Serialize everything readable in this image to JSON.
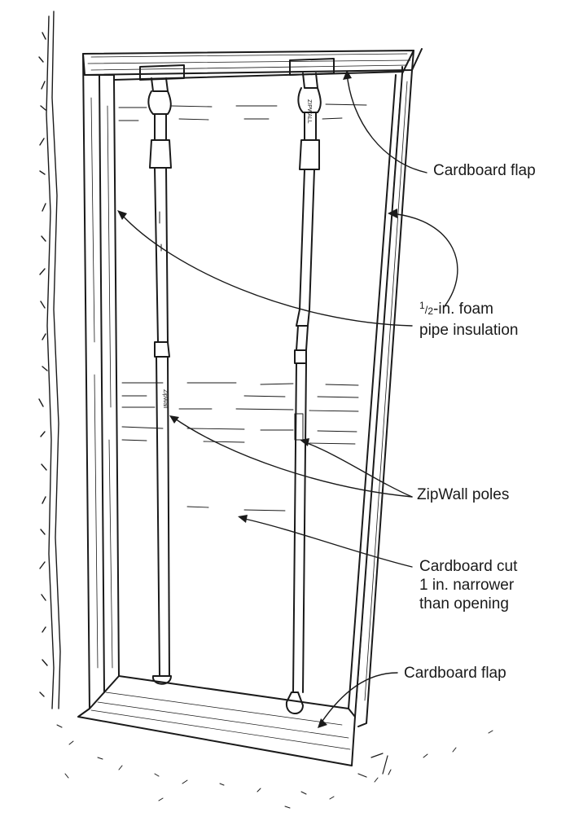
{
  "labels": {
    "cardboard_flap_top": "Cardboard flap",
    "foam_fraction_num": "1",
    "foam_fraction_den": "2",
    "foam_line1_rest": "-in. foam",
    "foam_line2": "pipe insulation",
    "zipwall_poles": "ZipWall poles",
    "cut_line1": "Cardboard cut",
    "cut_line2": "1 in. narrower",
    "cut_line3": "than opening",
    "cardboard_flap_bottom": "Cardboard flap"
  },
  "pole_brand_marks": {
    "right_pole": "ZIPWALL",
    "left_pole": "ZipWall"
  },
  "colors": {
    "ink": "#1a1a1a",
    "background": "#ffffff"
  }
}
